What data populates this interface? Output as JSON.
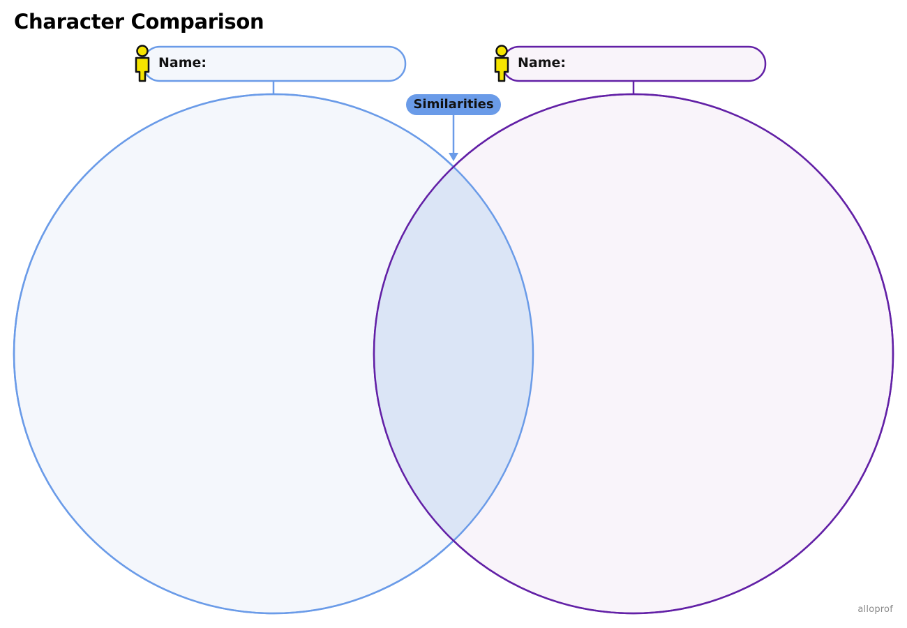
{
  "title": "Character Comparison",
  "left_person": {
    "name_label": "Name:"
  },
  "right_person": {
    "name_label": "Name:"
  },
  "intersection_label": "Similarities",
  "brand": "alloprof",
  "colors": {
    "left_stroke": "#6a9be8",
    "left_fill": "#f4f7fc",
    "right_stroke": "#6220a6",
    "right_fill": "#f9f4fa",
    "overlap_fill": "#dbe5f6",
    "label_bg": "#6a9be8",
    "label_text": "#111111",
    "person_fill": "#f5e400",
    "person_stroke": "#111111"
  }
}
